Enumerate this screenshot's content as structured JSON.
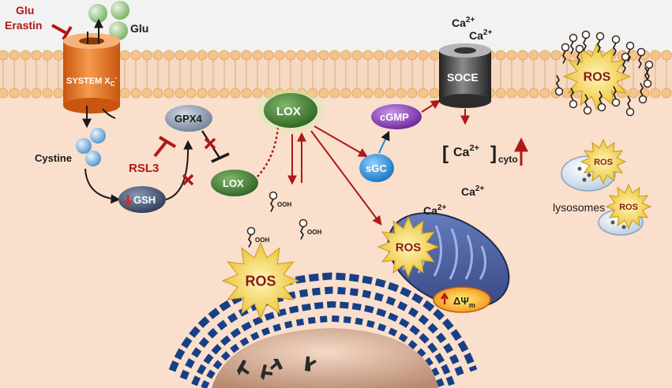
{
  "labels": {
    "glu_inhibitor": "Glu",
    "erastin": "Erastin",
    "glu_extracellular": "Glu",
    "system_xc_base": "SYSTEM X",
    "system_xc_sub": "C",
    "system_xc_sup": "-",
    "gpx4": "GPX4",
    "rsl3": "RSL3",
    "cystine": "Cystine",
    "gsh": "GSH",
    "lox_main": "LOX",
    "lox_small": "LOX",
    "cgmp": "cGMP",
    "sgc": "sGC",
    "soce": "SOCE",
    "ca_base": "Ca",
    "ca_sup": "2+",
    "cyto_sub": "cyto",
    "ros": "ROS",
    "lysosomes": "lysosomes",
    "ooh": "OOH",
    "delta_psi": "ΔΨ",
    "delta_psi_sub": "m"
  },
  "colors": {
    "inhibitor_red": "#b01818",
    "arrow_dark": "#1a1a1a",
    "membrane_head": "#f4c48a",
    "cytoplasm": "#f9dfcc",
    "extracellular": "#f2f2f2",
    "system_xc": "#e8731c",
    "lox_green": "#3f7a2e",
    "cgmp_purple": "#7a2fa8",
    "sgc_blue": "#1c86d6",
    "ros_yellow": "#f2d34b",
    "mito_blue": "#4c63a6",
    "er_blue": "#173f86"
  }
}
